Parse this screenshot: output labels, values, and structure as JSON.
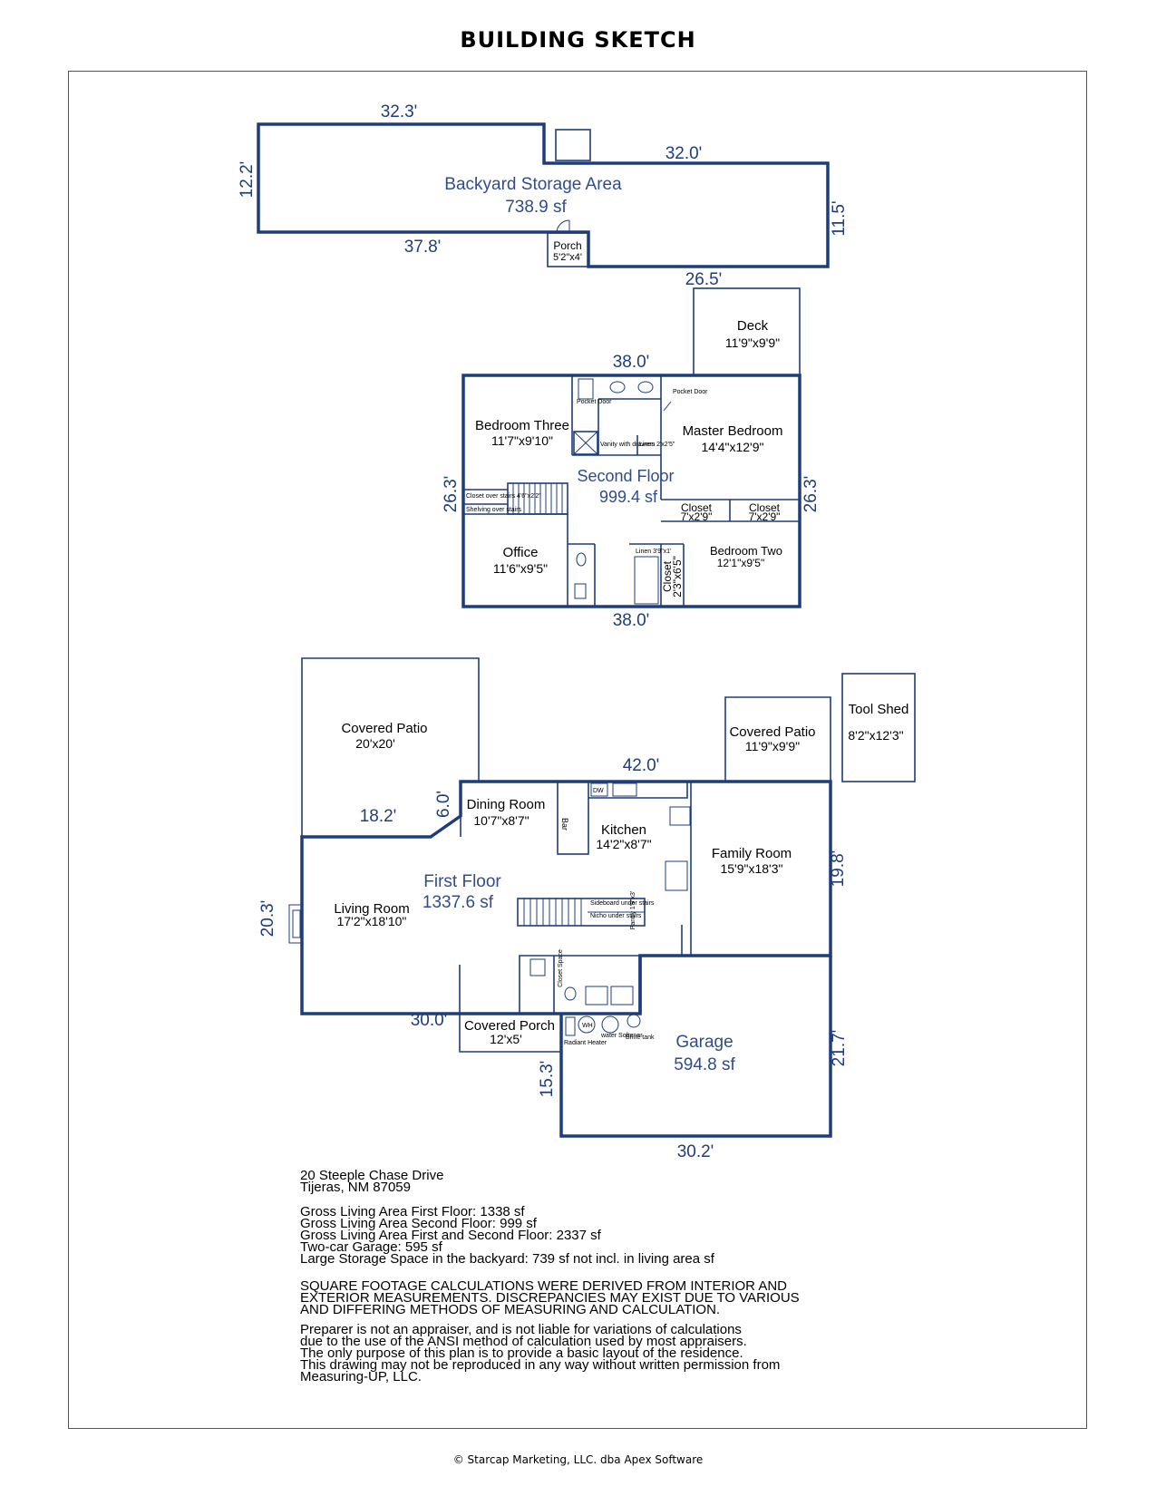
{
  "page": {
    "title": "BUILDING SKETCH",
    "copyright": "© Starcap Marketing, LLC. dba Apex Software"
  },
  "colors": {
    "wall": "#1f3d7a",
    "dimension_text": "#1f3d7a",
    "area_text": "#2f4d8a"
  },
  "storage": {
    "label": "Backyard Storage Area",
    "area": "738.9 sf",
    "dims": {
      "top_left": "32.3'",
      "top_right": "32.0'",
      "left": "12.2'",
      "right": "11.5'",
      "bottom": "37.8'",
      "bottom_right": "26.5'"
    },
    "porch": {
      "name": "Porch",
      "size": "5'2\"x4'"
    }
  },
  "second_floor": {
    "label": "Second Floor",
    "area": "999.4 sf",
    "dims": {
      "top": "38.0'",
      "bottom": "38.0'",
      "left": "26.3'",
      "right": "26.3'"
    },
    "deck": {
      "name": "Deck",
      "size": "11'9\"x9'9\""
    },
    "rooms": {
      "bedroom_three": {
        "name": "Bedroom Three",
        "size": "11'7\"x9'10\""
      },
      "master_bedroom": {
        "name": "Master Bedroom",
        "size": "14'4\"x12'9\""
      },
      "office": {
        "name": "Office",
        "size": "11'6\"x9'5\""
      },
      "bedroom_two": {
        "name": "Bedroom Two",
        "size": "12'1\"x9'5\""
      },
      "closet_a": {
        "name": "Closet",
        "size": "7'x2'9\""
      },
      "closet_b": {
        "name": "Closet",
        "size": "7'x2'9\""
      },
      "closet_c": {
        "name": "Closet",
        "size": "2'3\"x6'5\""
      }
    },
    "small_labels": {
      "pocket_door_1": "Pocket Door",
      "pocket_door_2": "Pocket Door",
      "vanity": "Vanity with drawers",
      "linen_1": "Linen 2'x2'5\"",
      "linen_2": "Linen 3'9\"x1'",
      "closet_over_stairs": "Closet over stairs 4'6\"x2'2\"",
      "shelving_over_stairs": "Shelving over stairs"
    }
  },
  "first_floor": {
    "label": "First Floor",
    "area": "1337.6 sf",
    "dims": {
      "top": "42.0'",
      "left": "20.3'",
      "right": "19.8'",
      "bottom": "30.0'",
      "patio_left": "18.2'",
      "patio_depth": "6.0'"
    },
    "rooms": {
      "covered_patio_main": {
        "name": "Covered Patio",
        "size": "20'x20'"
      },
      "covered_patio_small": {
        "name": "Covered Patio",
        "size": "11'9\"x9'9\""
      },
      "tool_shed": {
        "name": "Tool Shed",
        "size": "8'2\"x12'3\""
      },
      "dining_room": {
        "name": "Dining Room",
        "size": "10'7\"x8'7\""
      },
      "kitchen": {
        "name": "Kitchen",
        "size": "14'2\"x8'7\""
      },
      "family_room": {
        "name": "Family Room",
        "size": "15'9\"x18'3\""
      },
      "living_room": {
        "name": "Living Room",
        "size": "17'2\"x18'10\""
      },
      "covered_porch": {
        "name": "Covered Porch",
        "size": "12'x5'"
      }
    },
    "small_labels": {
      "bar": "Bar",
      "dw": "DW",
      "sideboard": "Sideboard under stairs",
      "nicho": "Nicho under stairs",
      "pantry": "Pantry 1'9\"x3'",
      "closet_space": "Closet Space",
      "wh": "WH",
      "water_softener": "water Softener",
      "brine_tank": "Brine tank",
      "radiant_heater": "Radiant Heater"
    }
  },
  "garage": {
    "label": "Garage",
    "area": "594.8 sf",
    "dims": {
      "left": "15.3'",
      "right": "21.7'",
      "bottom": "30.2'"
    }
  },
  "notes": {
    "address_1": "20 Steeple Chase Drive",
    "address_2": "Tijeras, NM  87059",
    "gla_1": "Gross Living Area First Floor:  1338 sf",
    "gla_2": "Gross Living Area Second Floor:  999 sf",
    "gla_3": "Gross Living Area First and Second Floor:  2337 sf",
    "gla_4": "Two-car Garage:  595 sf",
    "gla_5": "Large Storage Space in the backyard:  739 sf not incl. in living area sf",
    "disclaimer_1": "SQUARE FOOTAGE CALCULATIONS WERE DERIVED FROM INTERIOR AND",
    "disclaimer_2": "EXTERIOR MEASUREMENTS.  DISCREPANCIES MAY EXIST DUE TO VARIOUS",
    "disclaimer_3": "AND DIFFERING METHODS OF MEASURING AND CALCULATION.",
    "preparer_1": "Preparer is not an appraiser, and is not liable for variations of calculations",
    "preparer_2": "due to the use of the ANSI method of calculation used by most appraisers.",
    "preparer_3": "The only purpose of this plan is to provide a basic layout of the residence.",
    "preparer_4": "This drawing may not be reproduced in any way without written permission from",
    "preparer_5": "Measuring-UP, LLC."
  }
}
